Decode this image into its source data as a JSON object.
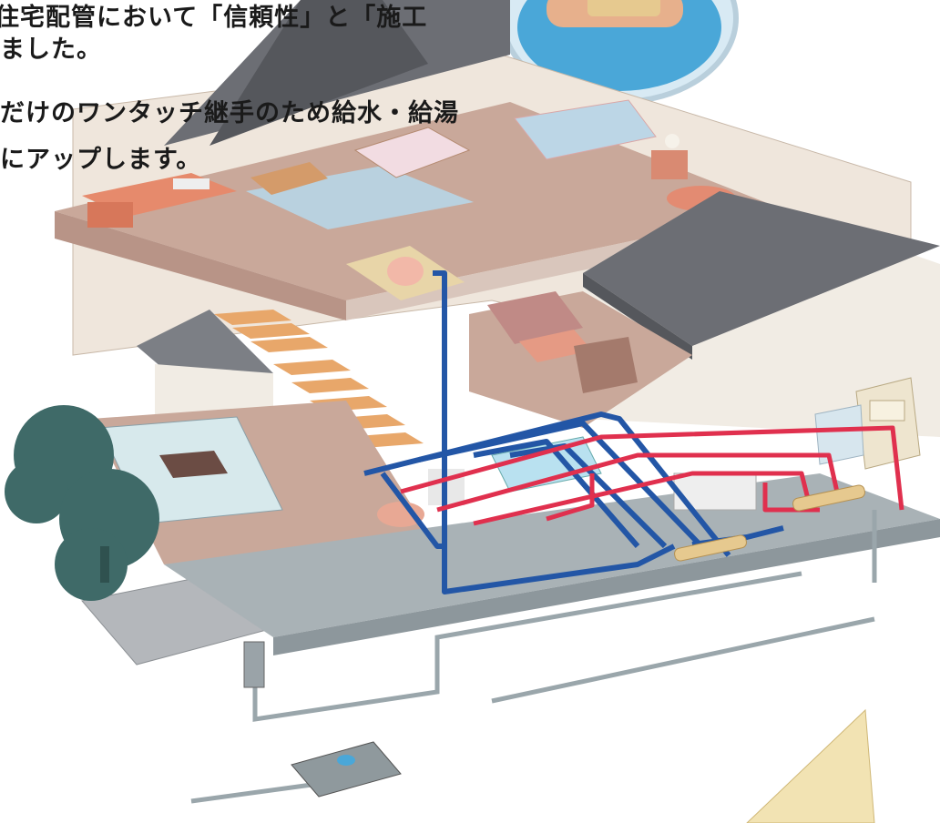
{
  "text_lines": [
    "住宅配管において「信頼性」と「施工",
    "ました。",
    "だけのワンタッチ継手のため給水・給湯",
    "にアップします。"
  ],
  "colors": {
    "hot_water_pipe": "#e0304e",
    "cold_water_pipe": "#2356a6",
    "roof": "#6c6e74",
    "floor": "#c9a89a",
    "wall": "#efe6dc",
    "foundation": "#a9b2b6",
    "tree": "#3f6a68",
    "lens_water": "#4aa7d8",
    "fitting": "#e6c98f"
  },
  "icons": [
    "house-cutaway-illustration",
    "magnifier-lens-icon",
    "water-heater-icon",
    "water-meter-icon",
    "tree-icon",
    "pipe-fitting-icon"
  ]
}
